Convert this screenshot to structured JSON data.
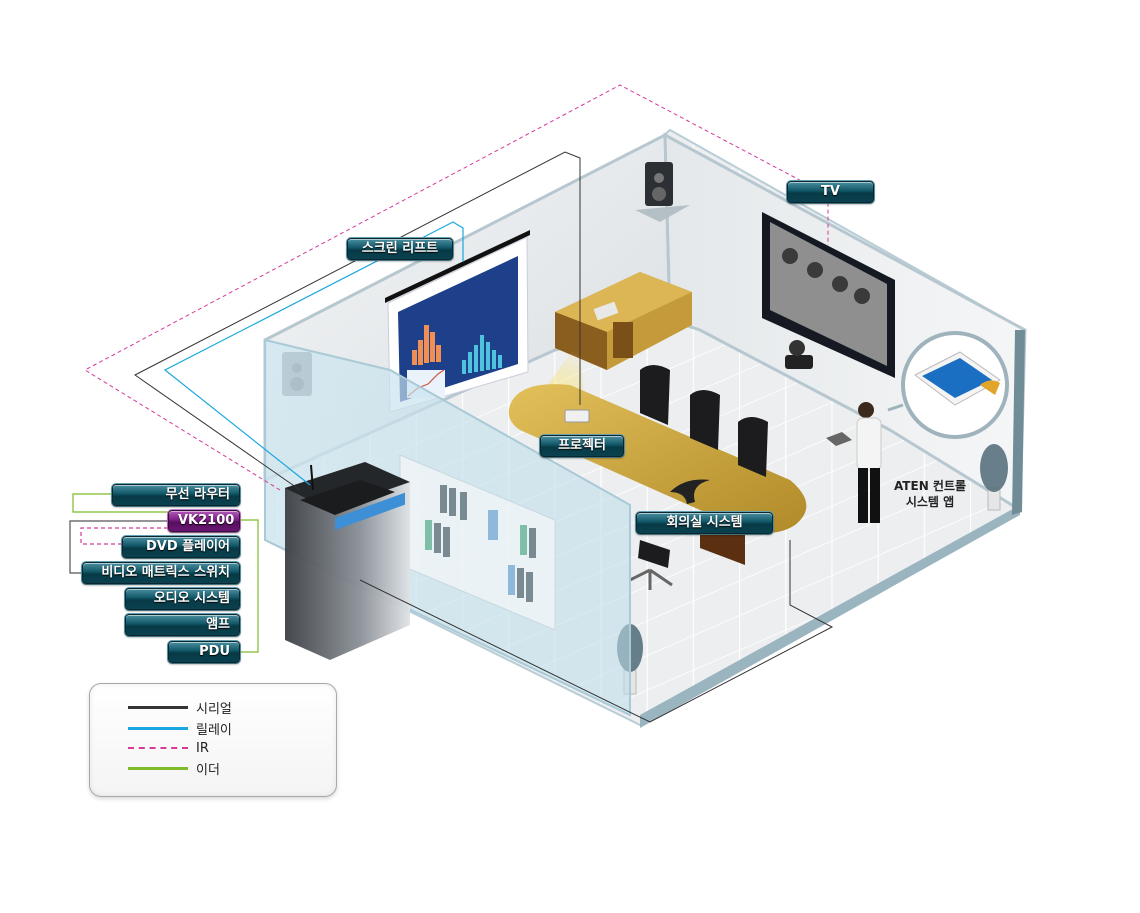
{
  "diagram": {
    "subject": "Conference room AV control system",
    "room_labels": {
      "screen_lift": "스크린 리프트",
      "tv": "TV",
      "projector": "프로젝터",
      "conference_system": "회의실 시스템",
      "control_app_line1": "ATEN 컨트롤",
      "control_app_line2": "시스템 앱"
    },
    "rack_labels": [
      {
        "id": "wireless-router",
        "text": "무선 라우터"
      },
      {
        "id": "vk2100",
        "text": "VK2100",
        "highlight": true
      },
      {
        "id": "dvd-player",
        "text": "DVD 플레이어"
      },
      {
        "id": "video-matrix-switch",
        "text": "비디오 매트릭스 스위치"
      },
      {
        "id": "audio-system",
        "text": "오디오 시스템"
      },
      {
        "id": "amplifier",
        "text": "앰프"
      },
      {
        "id": "pdu",
        "text": "PDU"
      }
    ],
    "connections": [
      {
        "from": "VK2100",
        "to": "무선 라우터",
        "type": "ethernet"
      },
      {
        "from": "VK2100",
        "to": "DVD 플레이어",
        "type": "ir"
      },
      {
        "from": "VK2100",
        "to": "비디오 매트릭스 스위치",
        "type": "serial"
      },
      {
        "from": "VK2100",
        "to": "PDU",
        "type": "ethernet"
      },
      {
        "from": "VK2100",
        "to": "TV",
        "type": "ir"
      },
      {
        "from": "VK2100",
        "to": "프로젝터",
        "type": "serial"
      },
      {
        "from": "VK2100",
        "to": "스크린 리프트",
        "type": "relay"
      },
      {
        "from": "VK2100",
        "to": "회의실 시스템",
        "type": "serial"
      }
    ],
    "legend": [
      {
        "type": "serial",
        "label": "시리얼",
        "color": "#333333",
        "style": "solid"
      },
      {
        "type": "relay",
        "label": "릴레이",
        "color": "#1aa7e0",
        "style": "solid"
      },
      {
        "type": "ir",
        "label": "IR",
        "color": "#d63a9a",
        "style": "dashed"
      },
      {
        "type": "ethernet",
        "label": "이더",
        "color": "#7dbb2a",
        "style": "solid"
      }
    ],
    "colors": {
      "label_bg": "#0c4d5c",
      "highlight_bg": "#7c1e88",
      "wall": "#e6eaed",
      "wall_edge": "#a9c0ca",
      "floor": "#eef0f2",
      "table": "#c9a23a",
      "screen": "#1e3f8a"
    }
  }
}
